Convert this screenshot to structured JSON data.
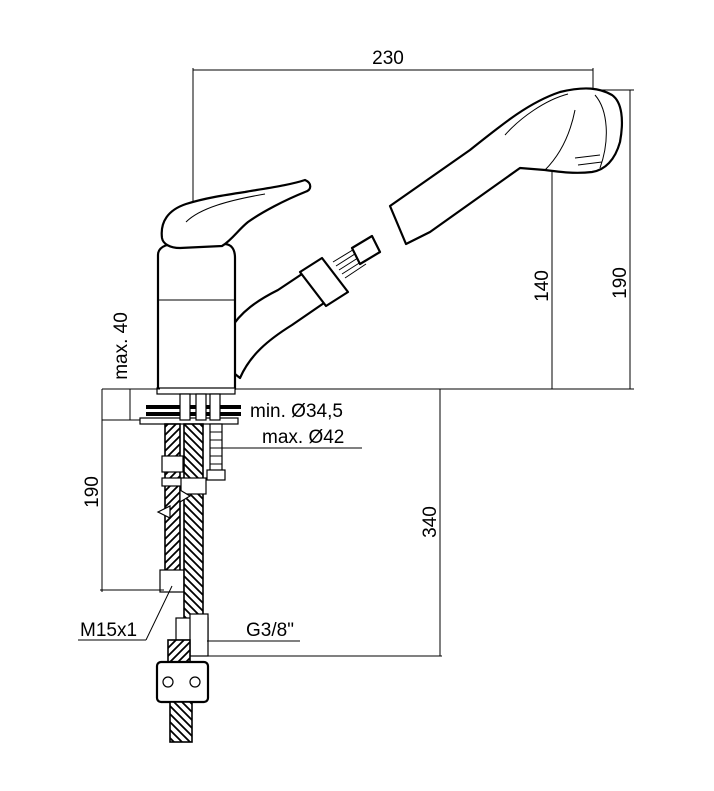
{
  "dimensions": {
    "overall_width": "230",
    "spout_height": "140",
    "overall_height": "190",
    "deck_thickness": "max. 40",
    "hole_min": "min. Ø34,5",
    "hole_max": "max. Ø42",
    "hose_length": "190",
    "total_hose_length": "340",
    "thread_m": "M15x1",
    "thread_g": "G3/8\""
  }
}
